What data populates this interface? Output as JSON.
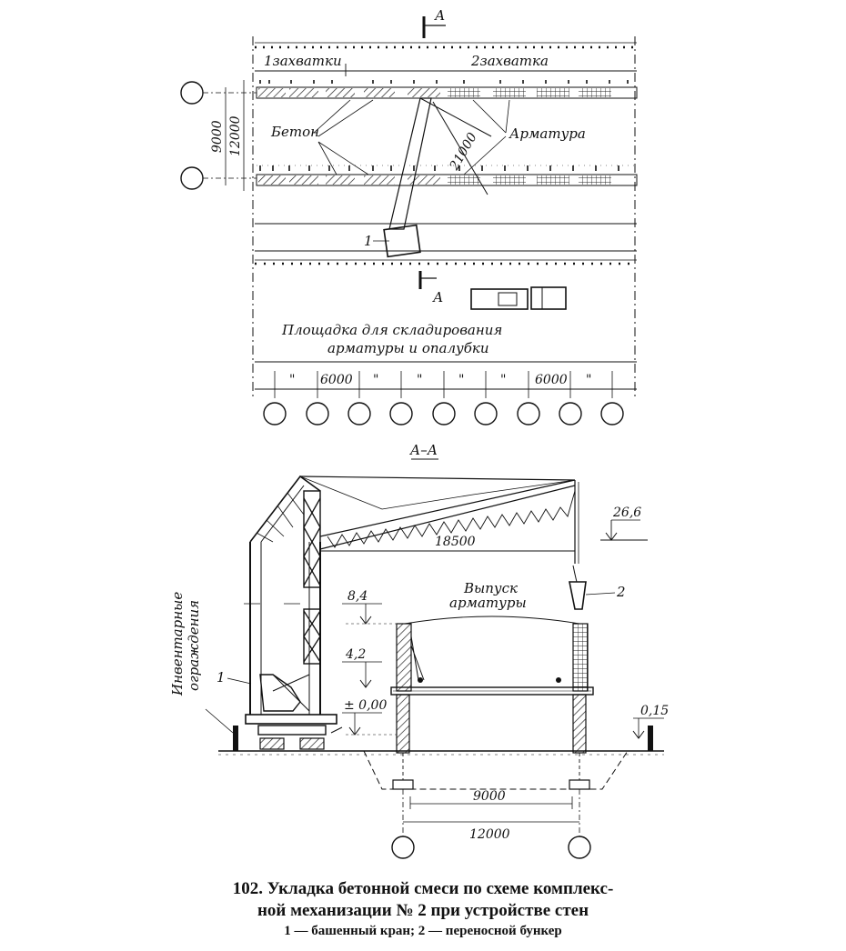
{
  "plan": {
    "section_marker": "А",
    "zone1_label": "1захватки",
    "zone2_label": "2захватка",
    "concrete_label": "Бетон",
    "rebar_label": "Арматура",
    "dim_9000": "9000",
    "dim_12000": "12000",
    "dim_21000": "21000",
    "crane_label": "1",
    "storage_label_line1": "Площадка для складирования",
    "storage_label_line2": "арматуры и опалубки",
    "grid_dims": [
      "\"",
      "6000",
      "\"",
      "\"",
      "\"",
      "\"",
      "\"",
      "6000",
      "\""
    ]
  },
  "section": {
    "title": "А–А",
    "elev_top": "26,6",
    "reach": "18500",
    "bunker_label": "2",
    "rebar_outlet_line1": "Выпуск",
    "rebar_outlet_line2": "арматуры",
    "elev_84": "8,4",
    "elev_42": "4,2",
    "elev_000": "± 0,00",
    "elev_015": "0,15",
    "fence_line1": "Инвентарные",
    "fence_line2": "ограждения",
    "crane_label": "1",
    "dim_9000": "9000",
    "dim_12000": "12000"
  },
  "caption": {
    "title_line1": "102. Укладка бетонной смеси по схеме комплекс-",
    "title_line2": "ной механизации № 2 при устройстве стен",
    "legend": "1 — башенный кран; 2 — переносной бункер"
  }
}
